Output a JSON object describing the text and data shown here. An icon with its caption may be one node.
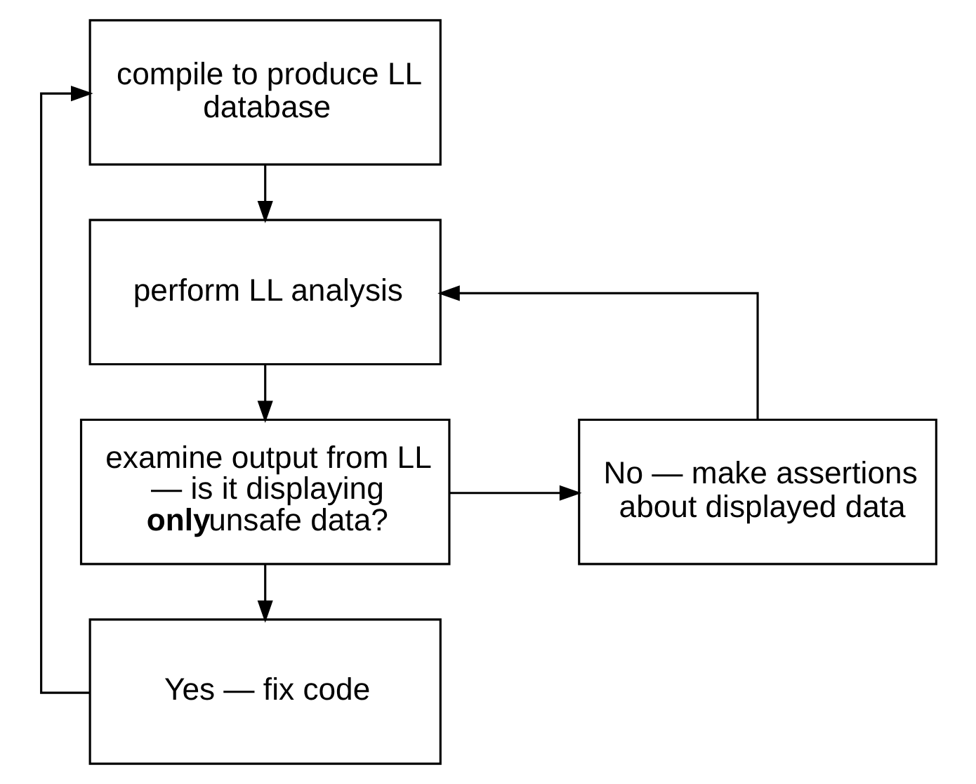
{
  "diagram": {
    "nodes": [
      {
        "text": [
          "compile to produce LL database"
        ]
      },
      {
        "text": [
          "perform LL analysis"
        ]
      },
      {
        "text": [
          "examine output from LL — is it displaying **only**unsafe data?"
        ]
      },
      {
        "text": [
          "No — make assertions about displayed data"
        ]
      },
      {
        "text": [
          "Yes — fix code"
        ]
      }
    ],
    "edges": [
      {
        "from": 0,
        "to": 1,
        "arrow": "to"
      },
      {
        "from": 1,
        "to": 2,
        "arrow": "to"
      },
      {
        "from": 2,
        "to": 3,
        "arrow": "to"
      },
      {
        "from": 3,
        "to": 1,
        "arrow": "to"
      },
      {
        "from": 2,
        "to": 4,
        "arrow": "to"
      },
      {
        "from": 4,
        "to": 0,
        "arrow": "to"
      }
    ]
  }
}
